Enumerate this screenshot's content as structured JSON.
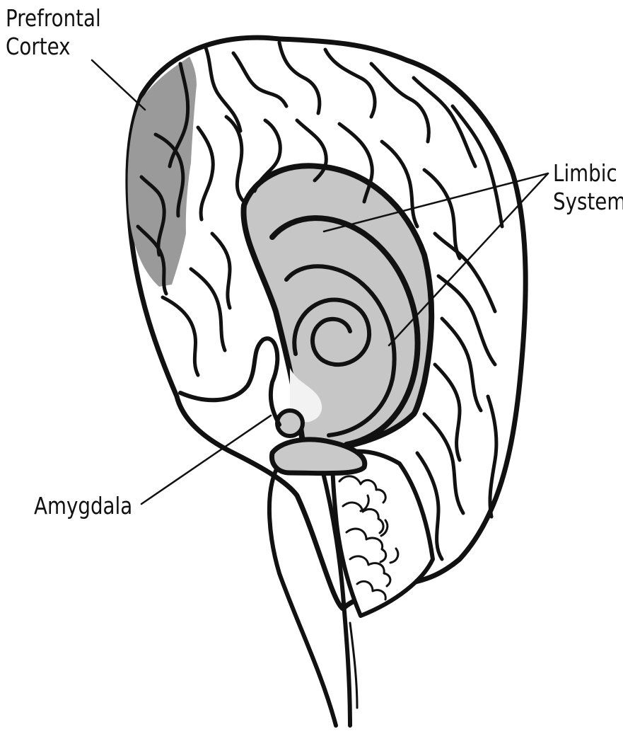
{
  "labels": {
    "prefrontal": {
      "line1": "Prefrontal",
      "line2": "Cortex"
    },
    "limbic": {
      "line1": "Limbic",
      "line2": "System"
    },
    "amygdala": "Amygdala"
  },
  "colors": {
    "outline": "#111111",
    "prefrontal_fill": "#9a9a9a",
    "limbic_fill": "#c6c6c6",
    "amygdala_fill": "#c9c9c9",
    "background": "#ffffff"
  }
}
